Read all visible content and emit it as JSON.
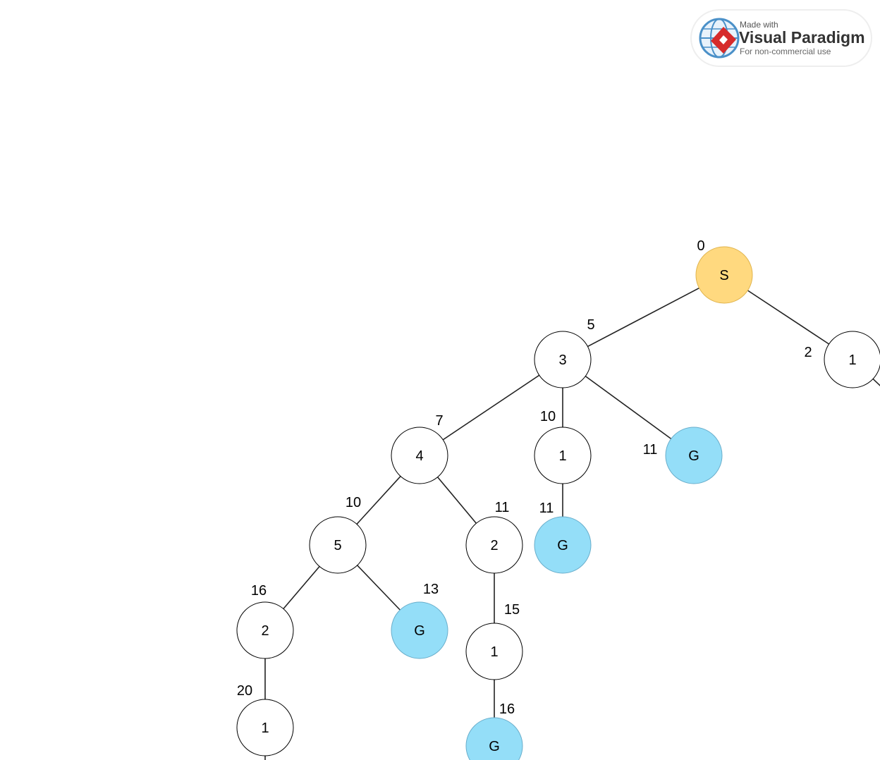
{
  "colors": {
    "start": "#ffd97f",
    "goal": "#94def8",
    "node": "#ffffff",
    "stroke": "#000000",
    "edge": "#222222"
  },
  "watermark": {
    "line1": "Made with",
    "line2": "Visual Paradigm",
    "line3": "For non-commercial use",
    "icon": "visual-paradigm-logo"
  },
  "nodes": {
    "S": {
      "label": "S",
      "kind": "start"
    },
    "n3": {
      "label": "3",
      "kind": "normal"
    },
    "n1r": {
      "label": "1",
      "kind": "normal"
    },
    "n4": {
      "label": "4",
      "kind": "normal"
    },
    "n1m": {
      "label": "1",
      "kind": "normal"
    },
    "g1": {
      "label": "G",
      "kind": "goal"
    },
    "n5": {
      "label": "5",
      "kind": "normal"
    },
    "n2m": {
      "label": "2",
      "kind": "normal"
    },
    "g2": {
      "label": "G",
      "kind": "goal"
    },
    "n2l": {
      "label": "2",
      "kind": "normal"
    },
    "g3": {
      "label": "G",
      "kind": "goal"
    },
    "n1b": {
      "label": "1",
      "kind": "normal"
    },
    "n1l": {
      "label": "1",
      "kind": "normal"
    },
    "g4": {
      "label": "G",
      "kind": "goal"
    }
  },
  "costs": {
    "S": "0",
    "n3": "5",
    "n1r": "2",
    "n4": "7",
    "n1m": "10",
    "g1": "11",
    "n5": "10",
    "n2m": "11",
    "g2": "11",
    "n2l": "16",
    "g3": "13",
    "n1b": "15",
    "n1l": "20",
    "g4": "16"
  }
}
